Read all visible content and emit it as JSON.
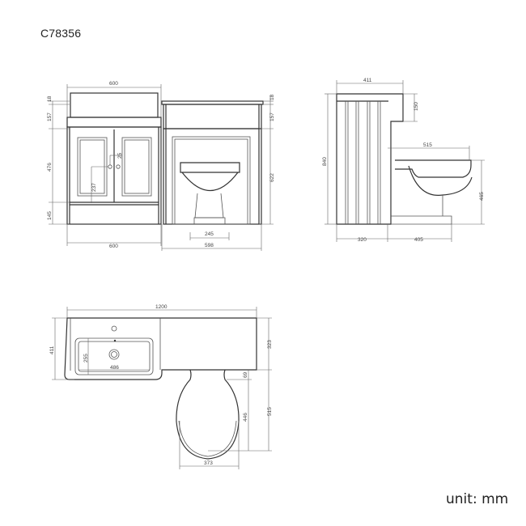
{
  "product_code": "C78356",
  "unit_label": "unit: mm",
  "front_view": {
    "vanity_width_top": "600",
    "vanity_width_bottom": "600",
    "worktop_thickness": "18",
    "top_rail_height": "157",
    "door_height": "476",
    "plinth_height": "145",
    "handle_offset": "25",
    "handle_height": "237",
    "wc_unit_worktop_thickness": "18",
    "wc_unit_top_height": "157",
    "wc_unit_panel_height": "622",
    "toilet_foot_width": "245",
    "wc_unit_width": "598"
  },
  "side_view": {
    "overall_depth": "411",
    "overall_height": "840",
    "cistern_drop": "150",
    "toilet_projection": "515",
    "toilet_height": "465",
    "unit_depth": "320",
    "pan_depth": "405"
  },
  "plan_view": {
    "overall_width": "1200",
    "basin_depth": "411",
    "bowl_depth": "255",
    "bowl_width": "486",
    "wc_unit_depth": "323",
    "seat_offset": "69",
    "seat_length": "446",
    "pan_length": "515",
    "seat_width": "373"
  }
}
